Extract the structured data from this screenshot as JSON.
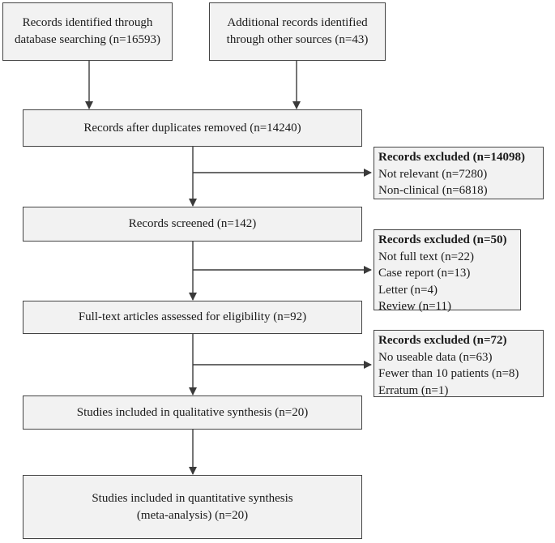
{
  "identification": {
    "database": [
      "Records identified through",
      "database searching (n=16593)"
    ],
    "other_sources": [
      "Additional records identified",
      "through other sources (n=43)"
    ]
  },
  "duplicates_removed": "Records after duplicates removed (n=14240)",
  "screened": "Records screened (n=142)",
  "full_text": "Full-text articles assessed for eligibility (n=92)",
  "qualitative": "Studies included in qualitative synthesis (n=20)",
  "quantitative": [
    "Studies included in quantitative synthesis",
    "(meta-analysis) (n=20)"
  ],
  "exclusions": [
    {
      "title": "Records excluded (n=14098)",
      "items": [
        "Not relevant (n=7280)",
        "Non-clinical (n=6818)"
      ]
    },
    {
      "title": "Records excluded (n=50)",
      "items": [
        "Not full text (n=22)",
        "Case report (n=13)",
        "Letter (n=4)",
        "Review (n=11)"
      ]
    },
    {
      "title": "Records excluded (n=72)",
      "items": [
        "No useable data (n=63)",
        "Fewer than 10 patients (n=8)",
        "Erratum (n=1)"
      ]
    }
  ],
  "colors": {
    "box_fill": "#f2f2f2",
    "box_border": "#444444",
    "connector": "#3a3a3a"
  }
}
